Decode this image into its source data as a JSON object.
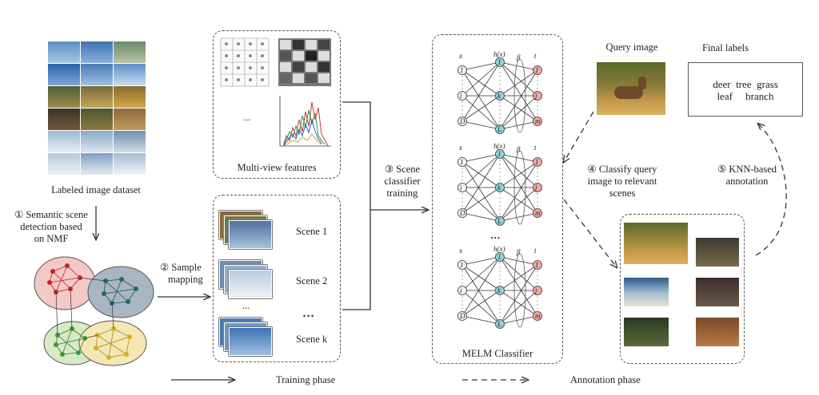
{
  "dataset": {
    "label": "Labeled image dataset"
  },
  "step1": {
    "lines": [
      "① Semantic scene",
      "detection based",
      "on NMF"
    ]
  },
  "step2": {
    "lines": [
      "② Sample",
      "mapping"
    ]
  },
  "step3": {
    "lines": [
      "③ Scene",
      "classifier",
      "training"
    ]
  },
  "step4": {
    "lines": [
      "④ Classify query",
      "image to relevant",
      "scenes"
    ]
  },
  "step5": {
    "lines": [
      "⑤ KNN-based",
      "annotation"
    ]
  },
  "features": {
    "caption": "Multi-view features",
    "ellipsis": "..."
  },
  "scenes": {
    "items": [
      "Scene 1",
      "Scene 2",
      "Scene k"
    ],
    "ellipsis": "...",
    "dots": "…"
  },
  "classifier": {
    "caption": "MELM Classifier",
    "x_label": "x",
    "h_label": "h(x)",
    "beta_label": "β",
    "t_label": "t",
    "node_in": [
      "1",
      "i",
      "D"
    ],
    "node_hid": [
      "1",
      "k",
      "L"
    ],
    "node_out": [
      "1",
      "j",
      "m"
    ],
    "dots": "…"
  },
  "query": {
    "label": "Query image"
  },
  "final": {
    "label": "Final labels",
    "line1": "deer  tree  grass",
    "line2": "leaf     branch"
  },
  "legend": {
    "training": "Training phase",
    "annotation": "Annotation phase"
  }
}
